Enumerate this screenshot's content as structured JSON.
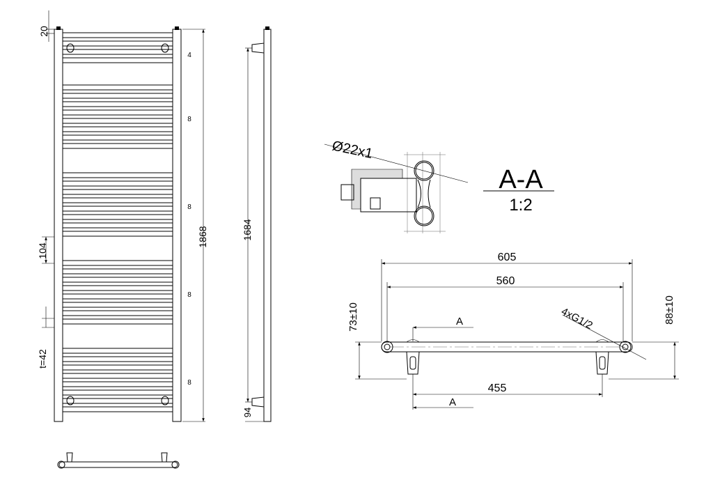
{
  "front_view": {
    "top_offset": "20",
    "group_counts": [
      "4",
      "8",
      "8",
      "8",
      "8"
    ],
    "total_height": "1868",
    "gap": "104",
    "tube_pitch": "t=42"
  },
  "side_view": {
    "mount_height": "1684",
    "bottom_offset": "94"
  },
  "section": {
    "tube": "Ø22x1",
    "title": "A-A",
    "scale": "1:2"
  },
  "top_view": {
    "overall_width": "605",
    "center_width": "560",
    "left_depth": "73±10",
    "right_depth": "88±10",
    "connections": "4xG1/2",
    "connection_spacing": "455",
    "section_mark_top": "A",
    "section_mark_bottom": "A"
  }
}
